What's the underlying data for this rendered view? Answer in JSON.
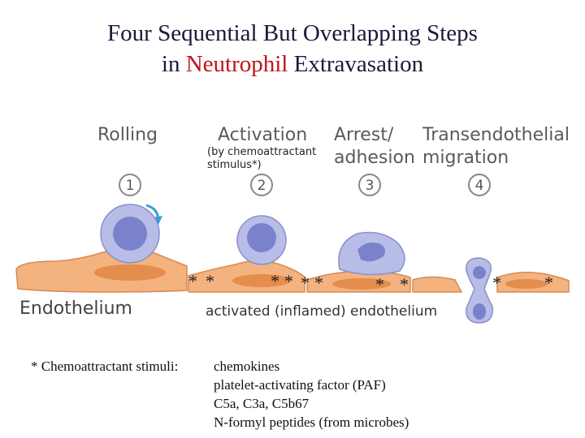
{
  "title": {
    "line1": "Four Sequential But Overlapping Steps",
    "line2_pre": "in ",
    "line2_highlight": "Neutrophil",
    "line2_post": " Extravasation"
  },
  "steps": [
    {
      "label": "Rolling",
      "number": "1"
    },
    {
      "label": "Activation",
      "number": "2",
      "note": "(by chemoattractant stimulus*)"
    },
    {
      "label_line1": "Arrest/",
      "label_line2": "adhesion",
      "number": "3"
    },
    {
      "label_line1": "Transendothelial",
      "label_line2": "migration",
      "number": "4"
    }
  ],
  "endothelium_label": "Endothelium",
  "activated_label": "activated (inflamed) endothelium",
  "asterisk": "*",
  "footnote": {
    "heading": "* Chemoattractant stimuli:",
    "items": [
      "chemokines",
      "platelet-activating factor (PAF)",
      "C5a, C3a, C5b67",
      "N-formyl peptides (from microbes)"
    ]
  },
  "colors": {
    "title_text": "#1a1a3a",
    "highlight": "#c0141c",
    "neutrophil_fill": "#b7bde6",
    "neutrophil_nucleus": "#7b82cc",
    "endothelium_fill": "#f4b27f",
    "endothelium_nucleus": "#e48d4d",
    "arrow": "#3a9ad9"
  }
}
